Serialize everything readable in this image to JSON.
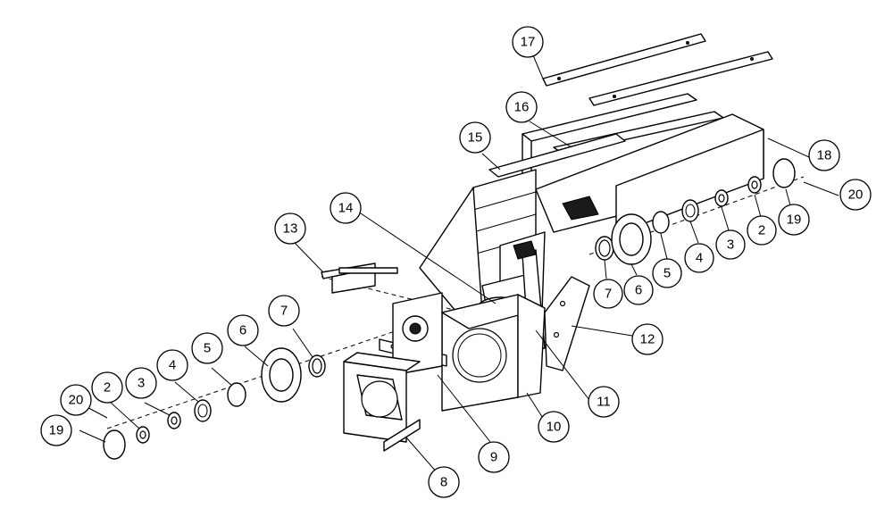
{
  "callouts": [
    {
      "id": "c17",
      "label": "17"
    },
    {
      "id": "c16",
      "label": "16"
    },
    {
      "id": "c15",
      "label": "15"
    },
    {
      "id": "c18",
      "label": "18"
    },
    {
      "id": "c20r",
      "label": "20"
    },
    {
      "id": "c19r",
      "label": "19"
    },
    {
      "id": "c2r",
      "label": "2"
    },
    {
      "id": "c3r",
      "label": "3"
    },
    {
      "id": "c4r",
      "label": "4"
    },
    {
      "id": "c5r",
      "label": "5"
    },
    {
      "id": "c6r",
      "label": "6"
    },
    {
      "id": "c7r",
      "label": "7"
    },
    {
      "id": "c14",
      "label": "14"
    },
    {
      "id": "c13",
      "label": "13"
    },
    {
      "id": "c12",
      "label": "12"
    },
    {
      "id": "c11",
      "label": "11"
    },
    {
      "id": "c10",
      "label": "10"
    },
    {
      "id": "c9",
      "label": "9"
    },
    {
      "id": "c8",
      "label": "8"
    },
    {
      "id": "c7l",
      "label": "7"
    },
    {
      "id": "c6l",
      "label": "6"
    },
    {
      "id": "c5l",
      "label": "5"
    },
    {
      "id": "c4l",
      "label": "4"
    },
    {
      "id": "c3l",
      "label": "3"
    },
    {
      "id": "c2l",
      "label": "2"
    },
    {
      "id": "c20l",
      "label": "20"
    },
    {
      "id": "c19l",
      "label": "19"
    }
  ]
}
